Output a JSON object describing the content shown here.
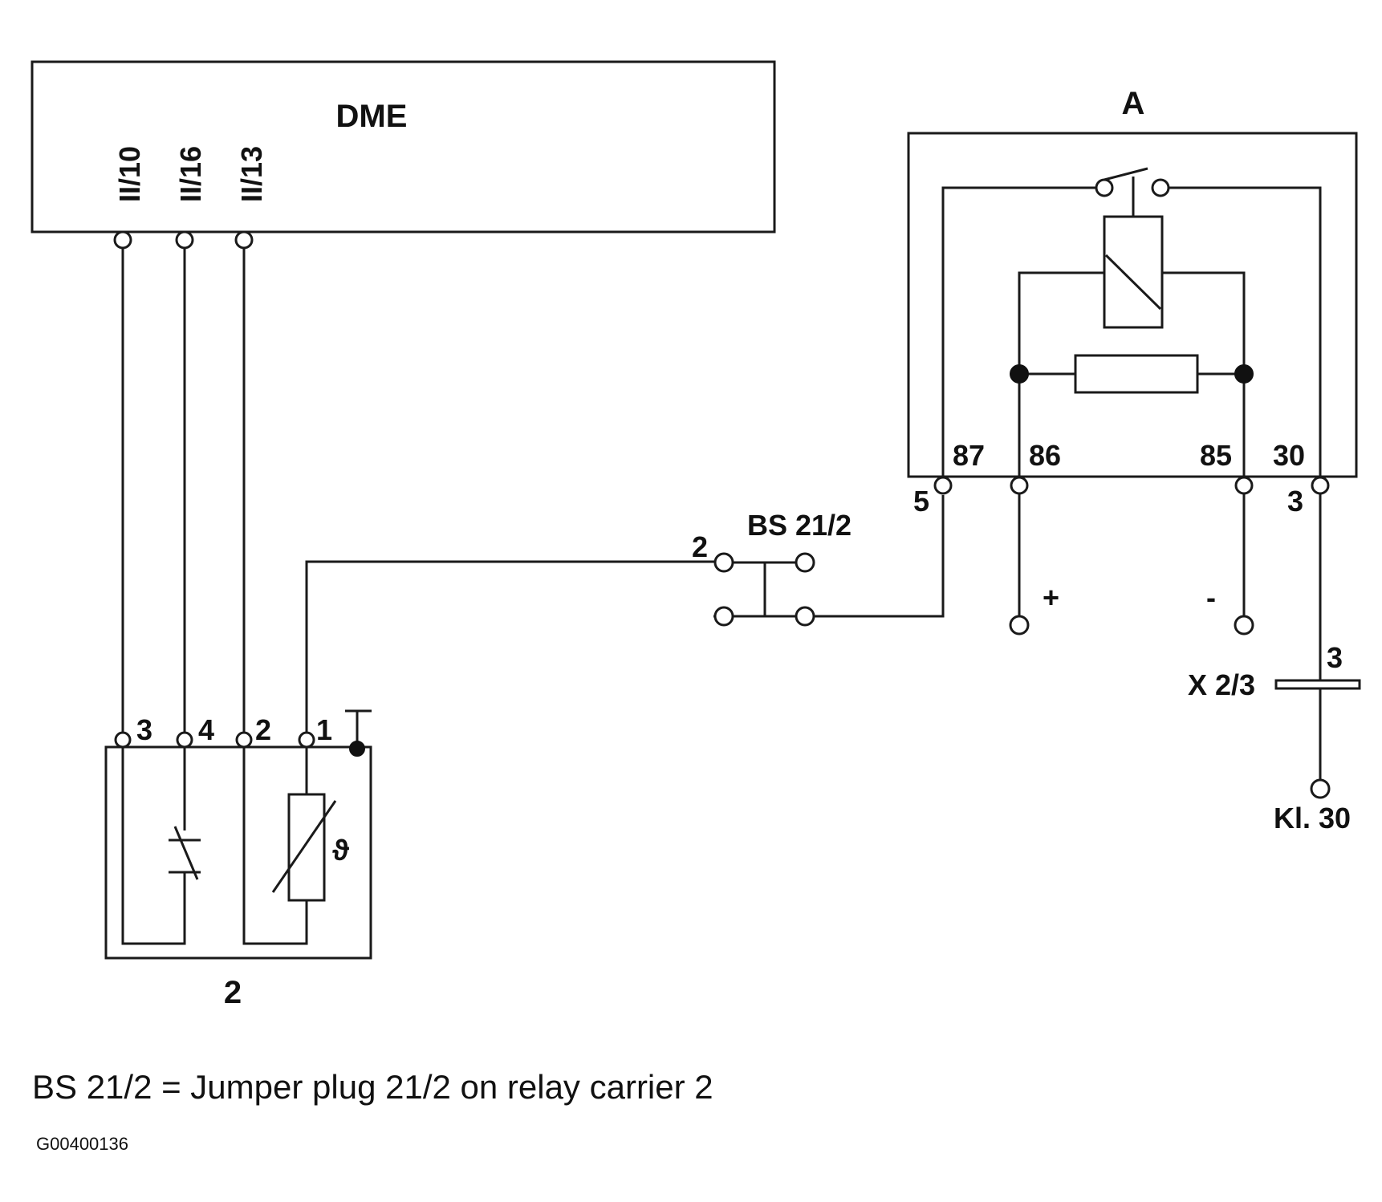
{
  "dme": {
    "title": "DME",
    "pins": [
      "II/10",
      "II/16",
      "II/13"
    ]
  },
  "relay": {
    "title": "A",
    "terminals": [
      "87",
      "86",
      "85",
      "30"
    ],
    "plug_left": "5",
    "plug_right": "3",
    "supply_plus": "+",
    "supply_minus": "-"
  },
  "jumper": {
    "title": "BS 21/2",
    "pin": "2"
  },
  "connector": {
    "title": "X 2/3",
    "pin": "3",
    "terminal_label": "Kl. 30"
  },
  "sensor": {
    "label": "2",
    "pins": [
      "3",
      "4",
      "2",
      "1"
    ],
    "thermistor_symbol": "ϑ"
  },
  "caption": "BS 21/2 = Jumper plug 21/2 on relay carrier 2",
  "figure_code": "G00400136"
}
